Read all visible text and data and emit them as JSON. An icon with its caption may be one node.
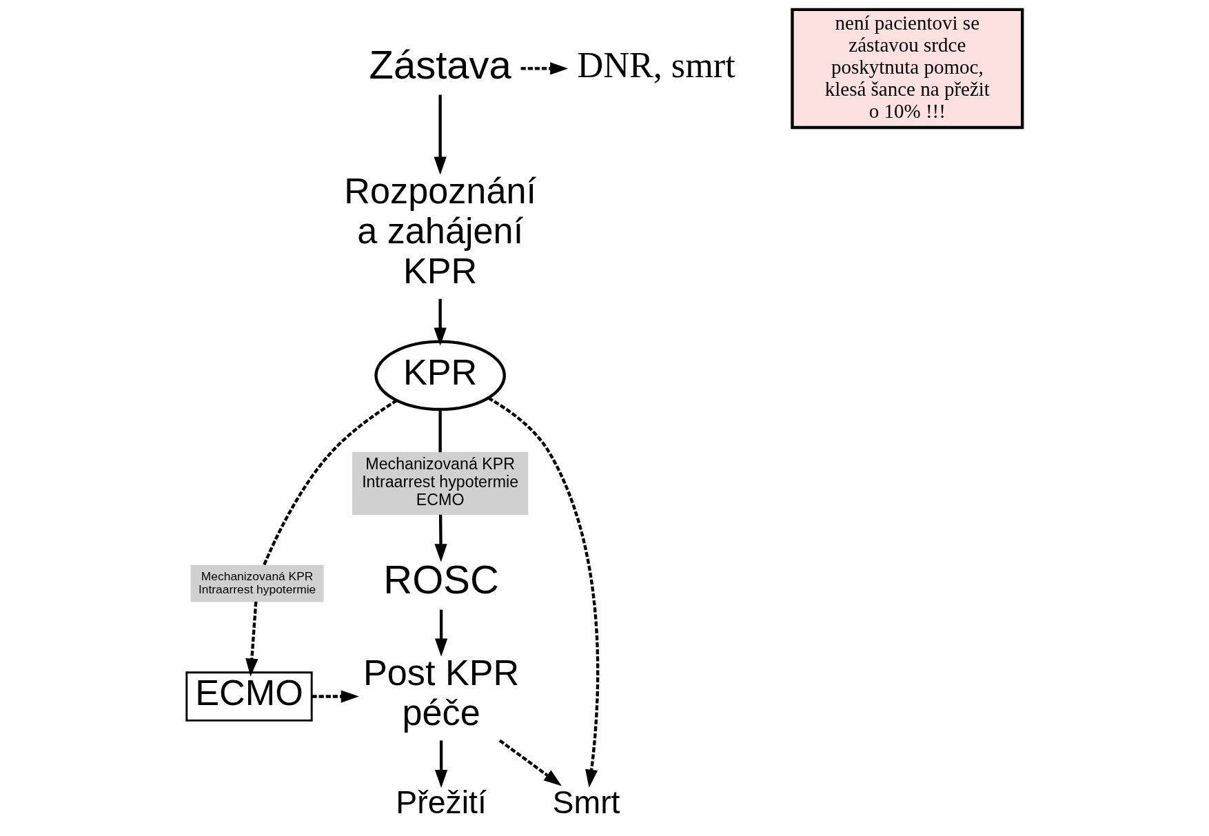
{
  "diagram": {
    "nodes": [
      {
        "text": [
          "Zástava"
        ]
      },
      {
        "text": [
          "DNR, smrt"
        ]
      },
      {
        "text": [
          "Rozpoznání a zahájení KPR"
        ]
      },
      {
        "text": [
          "KPR"
        ]
      },
      {
        "text": [
          "Mechanizovaná KPR",
          "Intraarrest hypotermie",
          "ECMO"
        ]
      },
      {
        "text": [
          "ROSC"
        ]
      },
      {
        "text": [
          "Mechanizovaná KPR",
          "Intraarrest hypotermie"
        ]
      },
      {
        "text": [
          "ECMO"
        ]
      },
      {
        "text": [
          "Post KPR péče"
        ]
      },
      {
        "text": [
          "Smrt"
        ]
      },
      {
        "text": [
          "Přežití"
        ]
      },
      {
        "text": [
          "není pacientovi se zástavou srdce poskytnuta pomoc, klesá šance na přežit o 10% !!!"
        ]
      }
    ],
    "edges": [
      {
        "from": 0,
        "to": 1,
        "arrow": "to",
        "style": "dashed"
      },
      {
        "from": 0,
        "to": 2,
        "arrow": "to"
      },
      {
        "from": 2,
        "to": 3,
        "arrow": "to"
      },
      {
        "from": 3,
        "to": 4,
        "arrow": "none"
      },
      {
        "from": 4,
        "to": 5,
        "arrow": "to"
      },
      {
        "from": 3,
        "to": 6,
        "arrow": "none",
        "style": "dashed"
      },
      {
        "from": 6,
        "to": 7,
        "arrow": "to",
        "style": "dashed"
      },
      {
        "from": 7,
        "to": 8,
        "arrow": "to",
        "style": "dashed"
      },
      {
        "from": 5,
        "to": 8,
        "arrow": "to"
      },
      {
        "from": 8,
        "to": 9,
        "arrow": "to",
        "style": "dashed"
      },
      {
        "from": 3,
        "to": 9,
        "arrow": "to",
        "style": "dashed"
      },
      {
        "from": 8,
        "to": 10,
        "arrow": "to"
      }
    ]
  }
}
